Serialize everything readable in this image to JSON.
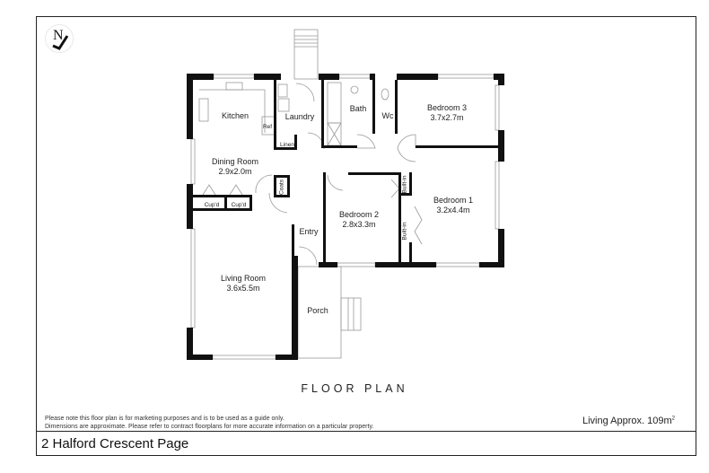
{
  "compass": {
    "letter": "N"
  },
  "rooms": {
    "kitchen": {
      "name": "Kitchen"
    },
    "ref": {
      "name": "Ref"
    },
    "laundry": {
      "name": "Laundry"
    },
    "linen": {
      "name": "Linen"
    },
    "bath": {
      "name": "Bath"
    },
    "wc": {
      "name": "Wc"
    },
    "bedroom3": {
      "name": "Bedroom 3",
      "size": "3.7x2.7m"
    },
    "dining": {
      "name": "Dining Room",
      "size": "2.9x2.0m"
    },
    "cupd1": {
      "name": "Cup'd"
    },
    "cupd2": {
      "name": "Cup'd"
    },
    "coats": {
      "name": "Coats"
    },
    "entry": {
      "name": "Entry"
    },
    "bedroom2": {
      "name": "Bedroom 2",
      "size": "2.8x3.3m"
    },
    "bedroom1": {
      "name": "Bedroom 1",
      "size": "3.2x4.4m"
    },
    "builtin1": {
      "name": "Built-in"
    },
    "builtin2": {
      "name": "Built-in"
    },
    "living": {
      "name": "Living Room",
      "size": "3.6x5.5m"
    },
    "porch": {
      "name": "Porch"
    }
  },
  "title": "FLOOR PLAN",
  "disclaimer": {
    "line1": "Please note this floor plan is for marketing purposes and is to be used as a guide only.",
    "line2": "Dimensions are approximate. Please refer to contract floorplans for more accurate information on a particular property."
  },
  "area": {
    "label": "Living Approx. 109m",
    "unit_sup": "2"
  },
  "address": "2 Halford Crescent Page"
}
